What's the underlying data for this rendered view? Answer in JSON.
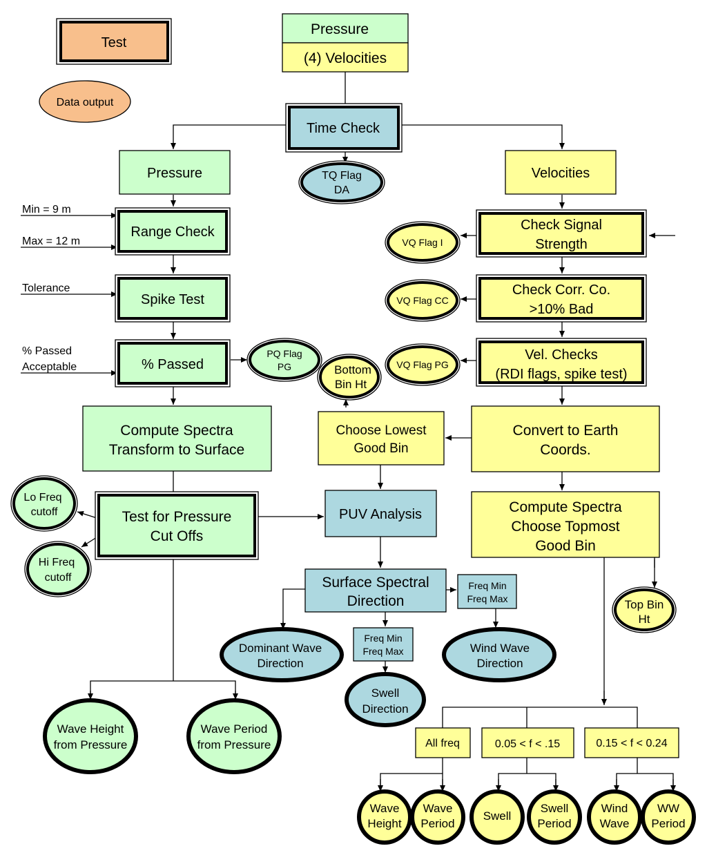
{
  "colors": {
    "green": "#ccffcc",
    "yellow": "#ffff99",
    "blue": "#add8e0",
    "orange": "#f8bf8c",
    "stroke": "#000000"
  },
  "legend": {
    "test": "Test",
    "data_output": "Data output"
  },
  "inputs": {
    "pressure": "Pressure",
    "velocities": "(4) Velocities"
  },
  "time_check": {
    "label": "Time Check",
    "tq_flag": [
      "TQ Flag",
      "DA"
    ]
  },
  "pressure_branch": {
    "title": "Pressure",
    "min_label": "Min = 9 m",
    "max_label": "Max = 12 m",
    "range_check": "Range Check",
    "tolerance_label": "Tolerance",
    "spike_test": "Spike Test",
    "passed_acceptable": [
      "% Passed",
      "Acceptable"
    ],
    "percent_passed": "% Passed",
    "pq_flag": [
      "PQ Flag",
      "PG"
    ],
    "compute_spectra": [
      "Compute Spectra",
      "Transform to Surface"
    ],
    "cutoffs_test": [
      "Test for Pressure",
      "Cut Offs"
    ],
    "lo_freq": [
      "Lo Freq",
      "cutoff"
    ],
    "hi_freq": [
      "Hi Freq",
      "cutoff"
    ],
    "wave_height": [
      "Wave Height",
      "from Pressure"
    ],
    "wave_period": [
      "Wave Period",
      "from Pressure"
    ]
  },
  "velocity_branch": {
    "title": "Velocities",
    "signal_strength": [
      "Check Signal",
      "Strength"
    ],
    "vq_flag_i": "VQ Flag I",
    "corr_check": [
      "Check Corr. Co.",
      ">10% Bad"
    ],
    "vq_flag_cc": "VQ Flag CC",
    "vel_checks": [
      "Vel. Checks",
      "(RDI flags, spike test)"
    ],
    "vq_flag_pg": "VQ Flag PG",
    "convert": [
      "Convert to Earth",
      "Coords."
    ],
    "compute_spectra": [
      "Compute Spectra",
      "Choose Topmost",
      "Good Bin"
    ],
    "top_bin": [
      "Top Bin",
      "Ht"
    ],
    "all_freq": "All freq",
    "band_swell": "0.05 < f < .15",
    "band_ww": "0.15 < f < 0.24",
    "wave_height": [
      "Wave",
      "Height"
    ],
    "wave_period": [
      "Wave",
      "Period"
    ],
    "swell": "Swell",
    "swell_period": [
      "Swell",
      "Period"
    ],
    "wind_wave": [
      "Wind",
      "Wave"
    ],
    "ww_period": [
      "WW",
      "Period"
    ]
  },
  "center_branch": {
    "bottom_bin": [
      "Bottom",
      "Bin Ht"
    ],
    "lowest_bin": [
      "Choose Lowest",
      "Good Bin"
    ],
    "puv": "PUV Analysis",
    "surface_dir": [
      "Surface Spectral",
      "Direction"
    ],
    "freq_range_wind": [
      "Freq Min",
      "Freq Max"
    ],
    "freq_range_swell": [
      "Freq Min",
      "Freq Max"
    ],
    "dominant": [
      "Dominant Wave",
      "Direction"
    ],
    "swell_dir": [
      "Swell",
      "Direction"
    ],
    "wind_dir": [
      "Wind Wave",
      "Direction"
    ]
  }
}
